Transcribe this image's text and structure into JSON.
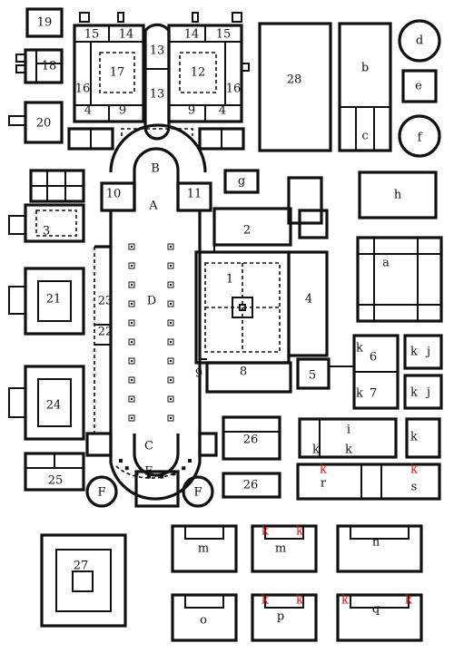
{
  "labels": {
    "A": "A",
    "B": "B",
    "C": "C",
    "D": "D",
    "E": "E",
    "F": "F",
    "n1": "1",
    "n2": "2",
    "n3": "3",
    "n4": "4",
    "n5": "5",
    "n6": "6",
    "n7": "7",
    "n8": "8",
    "n9": "9",
    "n10": "10",
    "n11": "11",
    "n12": "12",
    "n13": "13",
    "n14": "14",
    "n15": "15",
    "n16": "16",
    "n17": "17",
    "n18": "18",
    "n19": "19",
    "n20": "20",
    "n21": "21",
    "n22": "22",
    "n23": "23",
    "n24": "24",
    "n25": "25",
    "n26": "26",
    "n27": "27",
    "n28": "28",
    "a": "a",
    "b": "b",
    "c": "c",
    "d": "d",
    "e": "e",
    "f": "f",
    "g": "g",
    "h": "h",
    "i": "i",
    "j": "j",
    "k": "k",
    "m": "m",
    "n": "n",
    "o": "o",
    "p": "p",
    "q": "q",
    "r": "r",
    "s": "s"
  },
  "colors": {
    "ink": "#111111",
    "accent": "#d11111"
  }
}
